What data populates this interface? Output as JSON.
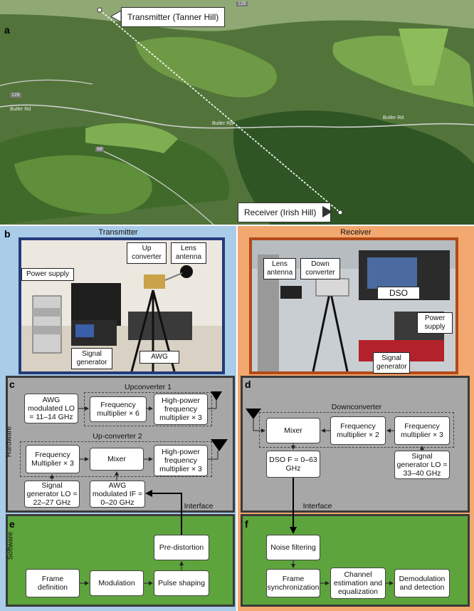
{
  "panel_a": {
    "letter": "a",
    "transmitter_callout": "Transmitter (Tanner Hill)",
    "receiver_callout": "Receiver (Irish Hill)",
    "roads": [
      "Butler Rd",
      "Butler Rd",
      "Butler Rd"
    ],
    "route_numbers": [
      "128",
      "128",
      "68"
    ]
  },
  "panel_b": {
    "letter": "b",
    "transmitter_heading": "Transmitter",
    "receiver_heading": "Receiver",
    "tx_labels": {
      "power_supply": "Power supply",
      "up_converter": "Up converter",
      "lens_antenna": "Lens antenna",
      "signal_generator": "Signal generator",
      "awg": "AWG"
    },
    "rx_labels": {
      "lens_antenna": "Lens antenna",
      "down_converter": "Down converter",
      "dso": "DSO",
      "power_supply": "Power supply",
      "signal_generator": "Signal generator"
    }
  },
  "panel_c": {
    "letter": "c",
    "side_label": "Hardware",
    "upconverter1_title": "Upconverter 1",
    "upconverter2_title": "Up-converter 2",
    "awg_mod_1": "AWG modulated LO = 11–14 GHz",
    "freq_mult_6": "Frequency multiplier × 6",
    "hp_mult_1": "High-power frequency multiplier × 3",
    "freq_mult_3": "Frequency Multiplier × 3",
    "mixer": "Mixer",
    "hp_mult_2": "High-power frequency multiplier × 3",
    "sig_gen": "Signal generator LO = 22–27 GHz",
    "awg_mod_2": "AWG modulated IF = 0–20 GHz",
    "interface": "Interface"
  },
  "panel_d": {
    "letter": "d",
    "title": "Downconverter",
    "mixer": "Mixer",
    "freq_mult_2": "Frequency multiplier × 2",
    "freq_mult_3": "Frequency multiplier × 3",
    "dso": "DSO F = 0–63 GHz",
    "sig_gen": "Signal generator LO = 33–40 GHz",
    "interface": "Interface"
  },
  "panel_e": {
    "letter": "e",
    "side_label": "Software",
    "frame_definition": "Frame definition",
    "modulation": "Modulation",
    "pulse_shaping": "Pulse shaping",
    "pre_distortion": "Pre-distortion"
  },
  "panel_f": {
    "letter": "f",
    "noise_filtering": "Noise filtering",
    "frame_sync": "Frame synchronization",
    "channel_est": "Channel estimation and equalization",
    "demod": "Demodulation and detection"
  },
  "colors": {
    "tx_bg": "#a9cce8",
    "rx_bg": "#f2a86f",
    "hardware_bg": "#a7a7a7",
    "software_bg": "#5da43c",
    "photo_border_tx": "#243a78",
    "photo_border_rx": "#b24a18"
  }
}
